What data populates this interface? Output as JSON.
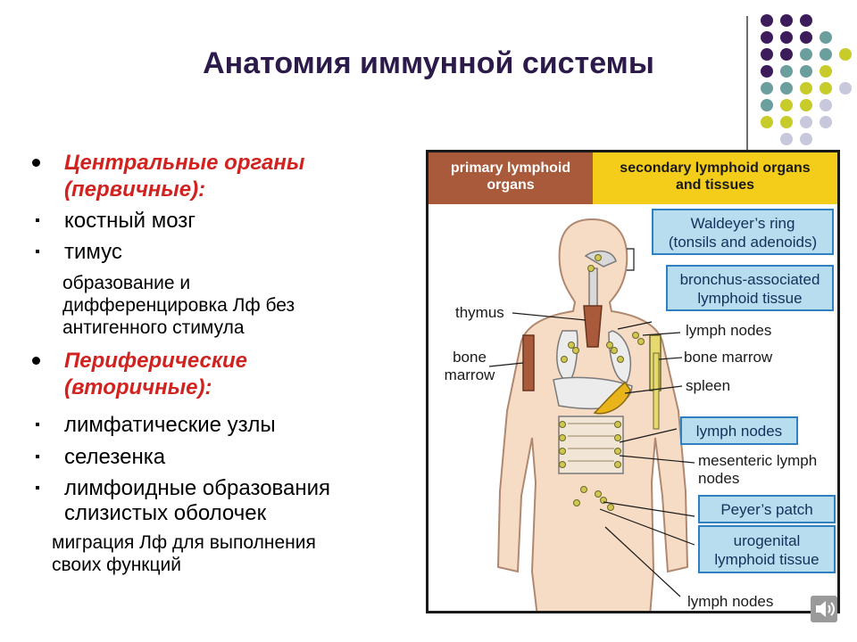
{
  "title": "Анатомия иммунной системы",
  "bullets": {
    "central_heading_1": "Центральные органы",
    "central_heading_2": "(первичные):",
    "item_bone_marrow": "костный мозг",
    "item_thymus": "тимус",
    "note1_line1": "образование и",
    "note1_line2": "дифференцировка Лф без",
    "note1_line3": "антигенного стимула",
    "peripheral_heading_1": "Периферические",
    "peripheral_heading_2": "(вторичные):",
    "item_lymph_nodes": "лимфатические узлы",
    "item_spleen": "селезенка",
    "item_malt_1": "лимфоидные образования",
    "item_malt_2": "слизистых оболочек",
    "note2_line1": "миграция Лф для выполнения",
    "note2_line2": "своих функций"
  },
  "diagram": {
    "header_primary_1": "primary lymphoid",
    "header_primary_2": "organs",
    "header_secondary_1": "secondary lymphoid organs",
    "header_secondary_2": "and tissues",
    "waldeyer_1": "Waldeyer’s ring",
    "waldeyer_2": "(tonsils and adenoids)",
    "balt_1": "bronchus-associated",
    "balt_2": "lymphoid tissue",
    "lymph_nodes_upper": "lymph nodes",
    "bone_marrow_right": "bone marrow",
    "spleen": "spleen",
    "lymph_nodes_box": "lymph nodes",
    "mesenteric_1": "mesenteric lymph",
    "mesenteric_2": "nodes",
    "peyers_patch": "Peyer’s patch",
    "urogenital_1": "urogenital",
    "urogenital_2": "lymphoid tissue",
    "lymph_nodes_lower": "lymph nodes",
    "thymus": "thymus",
    "bone_1": "bone",
    "bone_2": "marrow"
  },
  "colors": {
    "title": "#2b1a4a",
    "heading_red": "#d1221f",
    "header_primary_bg": "#a85a3a",
    "header_secondary_bg": "#f4cc1a",
    "box_bg": "#b8ddef",
    "box_border": "#2f7fc1",
    "dot_purple": "#3d1c5c",
    "dot_teal": "#6b9f9e",
    "dot_olive": "#c7cc2a",
    "dot_lilac": "#c8c8dc"
  },
  "icons": {
    "speaker": "speaker-icon"
  }
}
